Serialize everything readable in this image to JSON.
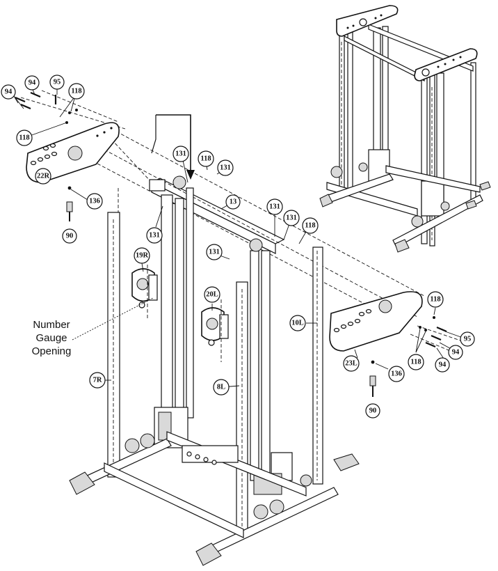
{
  "callouts": {
    "c94_tl": "94",
    "c94_t": "94",
    "c95_t": "95",
    "c118_t": "118",
    "c118_tl": "118",
    "c22R": "22R",
    "c136_l": "136",
    "c90_l": "90",
    "c131_a": "131",
    "c118_m": "118",
    "c131_b": "131",
    "c13": "13",
    "c131_c": "131",
    "c131_d": "131",
    "c131_e": "131",
    "c118_r": "118",
    "c131_f": "131",
    "c19R": "19R",
    "c20L": "20L",
    "c10L": "10L",
    "c7R": "7R",
    "c8L": "8L",
    "c118_rr": "118",
    "c95_r": "95",
    "c94_r1": "94",
    "c94_r2": "94",
    "c118_rb": "118",
    "c23L": "23L",
    "c136_r": "136",
    "c90_r": "90"
  },
  "caption": {
    "line1": "Number",
    "line2": "Gauge",
    "line3": "Opening"
  }
}
